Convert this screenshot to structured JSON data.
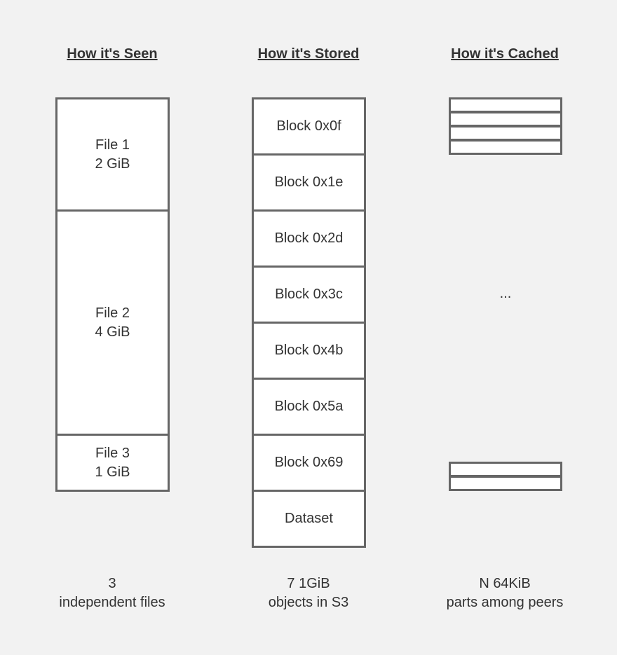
{
  "headers": {
    "seen": "How it's Seen",
    "stored": "How it's Stored",
    "cached": "How it's Cached"
  },
  "seen_files": [
    {
      "name": "File 1",
      "size": "2 GiB"
    },
    {
      "name": "File 2",
      "size": "4 GiB"
    },
    {
      "name": "File 3",
      "size": "1 GiB"
    }
  ],
  "stored_blocks": [
    "Block 0x0f",
    "Block 0x1e",
    "Block 0x2d",
    "Block 0x3c",
    "Block 0x4b",
    "Block 0x5a",
    "Block 0x69",
    "Dataset"
  ],
  "cached": {
    "ellipsis": "..."
  },
  "captions": {
    "seen": {
      "line1": "3",
      "line2": "independent files"
    },
    "stored": {
      "line1": "7 1GiB",
      "line2": "objects in S3"
    },
    "cached": {
      "line1": "N 64KiB",
      "line2": "parts among peers"
    }
  }
}
